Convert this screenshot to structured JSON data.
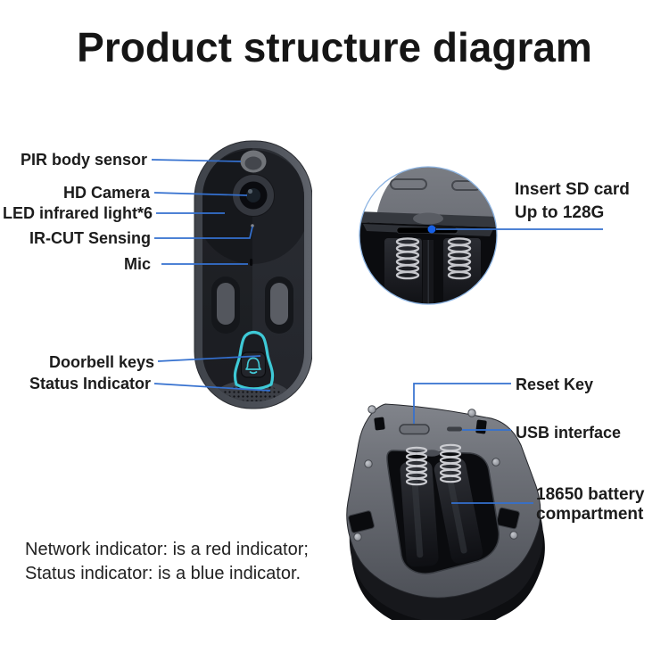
{
  "title": "Product structure diagram",
  "callouts": {
    "pir": "PIR body sensor",
    "hd_camera": "HD Camera",
    "led": "LED infrared light*6",
    "ircut": "IR-CUT Sensing",
    "mic": "Mic",
    "doorbell": "Doorbell keys",
    "status": "Status Indicator",
    "sd_line1": "Insert SD card",
    "sd_line2": "Up to 128G",
    "reset": "Reset Key",
    "usb": "USB interface",
    "battery_line1": "18650 battery",
    "battery_line2": "compartment"
  },
  "footer": {
    "line1": "Network indicator: is a red indicator;",
    "line2": "Status indicator: is a blue indicator."
  },
  "colors": {
    "callout_line": "#3470cf",
    "sd_dot": "#1660e6",
    "status_ring": "#3ec9d6",
    "network_indicator": "red",
    "status_indicator": "blue"
  },
  "icons": {
    "bell": "bell-icon",
    "sd_dot": "sd-position-dot"
  }
}
